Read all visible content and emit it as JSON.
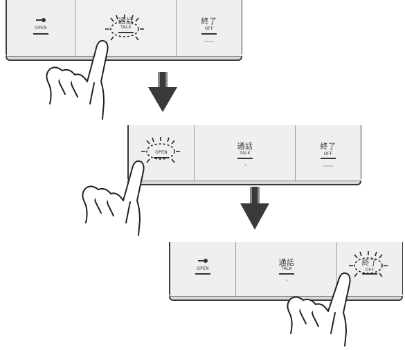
{
  "steps": [
    {
      "buttons": {
        "open": {
          "label": "OPEN",
          "icon": "key-icon",
          "state": "normal"
        },
        "talk": {
          "jp": "通話",
          "label": "TALK",
          "state": "flashing"
        },
        "off": {
          "jp": "終了",
          "label": "OFF",
          "state": "normal"
        }
      },
      "pressed": "talk"
    },
    {
      "buttons": {
        "open": {
          "label": "OPEN",
          "icon": "key-icon",
          "state": "flashing"
        },
        "talk": {
          "jp": "通話",
          "label": "TALK",
          "state": "normal"
        },
        "off": {
          "jp": "終了",
          "label": "OFF",
          "state": "normal"
        }
      },
      "pressed": "open"
    },
    {
      "buttons": {
        "open": {
          "label": "OPEN",
          "icon": "key-icon",
          "state": "normal"
        },
        "talk": {
          "jp": "通話",
          "label": "TALK",
          "state": "normal"
        },
        "off": {
          "jp": "終了",
          "label": "OFF",
          "state": "flashing"
        }
      },
      "pressed": "off"
    }
  ],
  "colors": {
    "outline": "#3a3a3a",
    "panel": "#efefef",
    "arrow": "#3a3a3a",
    "dim": "#c7c7c7"
  }
}
